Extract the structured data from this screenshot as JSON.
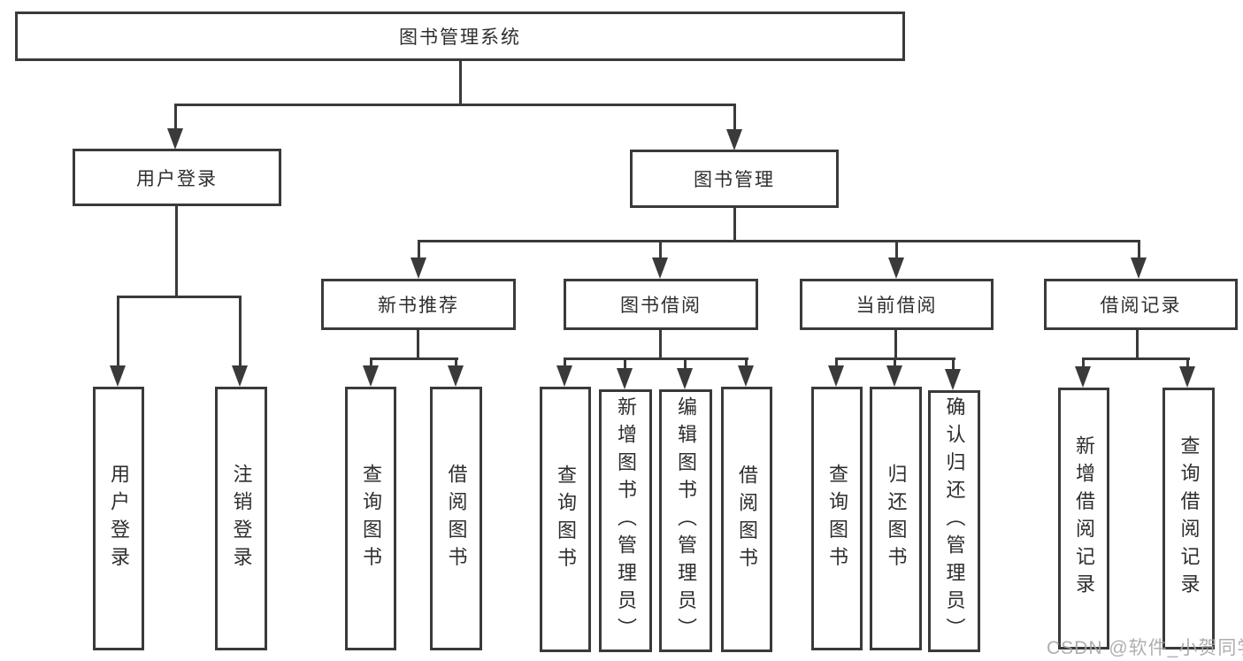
{
  "colors": {
    "line": "#3a3a3a",
    "text": "#2e2e2e",
    "watermark": "#a6a6a6",
    "background": "#ffffff"
  },
  "watermark": {
    "text": "CSDN @软件_小贺同学"
  },
  "nodes": [
    {
      "id": "library-system",
      "label": "图书管理系统",
      "parent": null
    },
    {
      "id": "user-login-branch",
      "label": "用户登录",
      "parent": "library-system"
    },
    {
      "id": "book-management",
      "label": "图书管理",
      "parent": "library-system"
    },
    {
      "id": "new-book-recommendation",
      "label": "新书推荐",
      "parent": "book-management"
    },
    {
      "id": "book-borrowing",
      "label": "图书借阅",
      "parent": "book-management"
    },
    {
      "id": "current-borrowing",
      "label": "当前借阅",
      "parent": "book-management"
    },
    {
      "id": "borrowing-records",
      "label": "借阅记录",
      "parent": "book-management"
    },
    {
      "id": "user-login",
      "label": "用户登录",
      "parent": "user-login-branch"
    },
    {
      "id": "logout",
      "label": "注销登录",
      "parent": "user-login-branch"
    },
    {
      "id": "query-books-recommend",
      "label": "查询图书",
      "parent": "new-book-recommendation"
    },
    {
      "id": "borrow-books-recommend",
      "label": "借阅图书",
      "parent": "new-book-recommendation"
    },
    {
      "id": "query-books-borrowing",
      "label": "查询图书",
      "parent": "book-borrowing"
    },
    {
      "id": "add-books-admin",
      "label": "新增图书（管理员）",
      "parent": "book-borrowing"
    },
    {
      "id": "edit-books-admin",
      "label": "编辑图书（管理员）",
      "parent": "book-borrowing"
    },
    {
      "id": "borrow-books-borrowing",
      "label": "借阅图书",
      "parent": "book-borrowing"
    },
    {
      "id": "query-books-current",
      "label": "查询图书",
      "parent": "current-borrowing"
    },
    {
      "id": "return-books",
      "label": "归还图书",
      "parent": "current-borrowing"
    },
    {
      "id": "confirm-return-admin",
      "label": "确认归还（管理员）",
      "parent": "current-borrowing"
    },
    {
      "id": "add-borrowing-record",
      "label": "新增借阅记录",
      "parent": "borrowing-records"
    },
    {
      "id": "query-borrowing-record",
      "label": "查询借阅记录",
      "parent": "borrowing-records"
    }
  ]
}
